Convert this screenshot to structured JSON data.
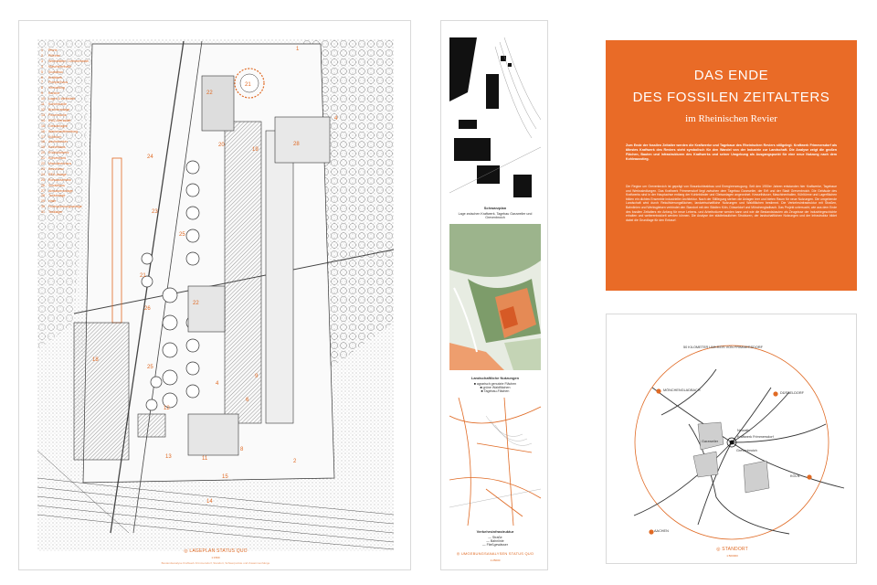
{
  "plan": {
    "legend": [
      "Pforte",
      "Pförtner",
      "Werkstätten / Lehrwerkstatt",
      "Maschinenhalle",
      "Sozialbau",
      "Kraftwerk",
      "Pumpenhaus",
      "Verwaltung",
      "Kantine",
      "Lager & Werkstatt",
      "Kohlenhalde",
      "Brecheranlage",
      "Feuerwache",
      "KWZ-Werkstatt",
      "Gleisanlagen",
      "Wasseraufbereitung",
      "Kühlturm",
      "Aschebunker",
      "Kesselhaus",
      "Rückkühlwerk",
      "Kohlenband",
      "Maschinenhaus",
      "Kesselbau",
      "REA-Anlage",
      "Rohwassertank",
      "Schalthaus",
      "Abwasseranlage",
      "Tankanlage",
      "Halle",
      "Hochspannungsanlage",
      "Tanklager"
    ],
    "caption": "LAGEPLAN STATUS QUO",
    "scale": "1:1500",
    "sub": "Bestandsanalyse Kraftwerk Frimmersdorf, Standort, Schwerpunkte und Zusammenhänge"
  },
  "strip": {
    "map1_title": "Schwarzplan",
    "map1_sub": "Lage zwischen Kraftwerk, Tagebau Garzweiler und Grevenbroich",
    "map2_title": "Landschaftliche Nutzungen",
    "map2_items": [
      "agrarisch genutzte Flächen",
      "grüne Waldflächen",
      "Tagebau-Flächen"
    ],
    "map3_title": "Verkehrsinfrastruktur",
    "map3_items": [
      "Straße",
      "Bahnlinie",
      "Fließgewässer"
    ],
    "caption": "UMGEBUNGSANALYSEN STATUS QUO",
    "scale": "1:25000"
  },
  "textbox": {
    "title1": "DAS ENDE",
    "title2": "DES FOSSILEN ZEITALTERS",
    "title3": "im Rheinischen Revier",
    "intro": "Zum Ende der fossilen Zeitalter werden die Kraftwerke und Tagebaue des Rheinischen Reviers stillgelegt. Kraftwerk Frimmersdorf als ältestes Kraftwerk des Reviers steht symbolisch für den Wandel von der Industrie zur Landschaft. Die Analyse zeigt die großen Flächen, Bauten und Infrastrukturen des Kraftwerks und seiner Umgebung als Ausgangspunkt für eine neue Nutzung nach dem Kohleausstieg.",
    "body": "Die Region um Grevenbroich ist geprägt von Braunkohleabbau und Energieerzeugung. Seit den 1950er Jahren entstanden hier Kraftwerke, Tagebaue und Werkssiedlungen. Das Kraftwerk Frimmersdorf liegt zwischen dem Tagebau Garzweiler, der Erft und der Stadt Grevenbroich. Die Gebäude des Kraftwerks sind in der Hauptachse entlang der Kohlebänder und Gleisanlagen angeordnet. Kesselhäuser, Maschinenhallen, Kühltürme und Lagerflächen bilden ein dichtes Ensemble industrieller Architektur. Nach der Stilllegung stehen die Anlagen leer und bieten Raum für neue Nutzungen. Die umgebende Landschaft wird durch Rekultivierungsflächen, landwirtschaftliche Nutzungen und Waldflächen bestimmt. Die Verkehrsinfrastruktur mit Straßen, Bahnlinien und Werksgleisen verbindet den Standort mit den Städten Köln, Düsseldorf und Mönchengladbach. Das Projekt untersucht, wie aus dem Ende des fossilen Zeitalters ein Anfang für neue Lebens- und Arbeitsräume werden kann und wie die Bestandsbauten als Zeugnisse der Industriegeschichte erhalten und weiterentwickelt werden können. Die Analyse der städtebaulichen Strukturen, der landschaftlichen Nutzungen und der Infrastruktur bildet dabei die Grundlage für den Entwurf."
  },
  "location": {
    "ring_label": "50 KILOMETER UMKREIS VON FRIMMERSDORF",
    "cities": {
      "mg": "MÖNCHENGLADBACH",
      "dus": "DÜSSELDORF",
      "koeln": "KÖLN",
      "aachen": "AACHEN",
      "neurath": "Neurath",
      "frimmersdorf": "Kraftwerk Frimmersdorf",
      "garzweiler": "Garzweiler",
      "grevenbroich": "Grevenbroich"
    },
    "caption": "STANDORT",
    "scale": "1:500000"
  },
  "colors": {
    "accent": "#e96b27",
    "line": "#333333"
  }
}
